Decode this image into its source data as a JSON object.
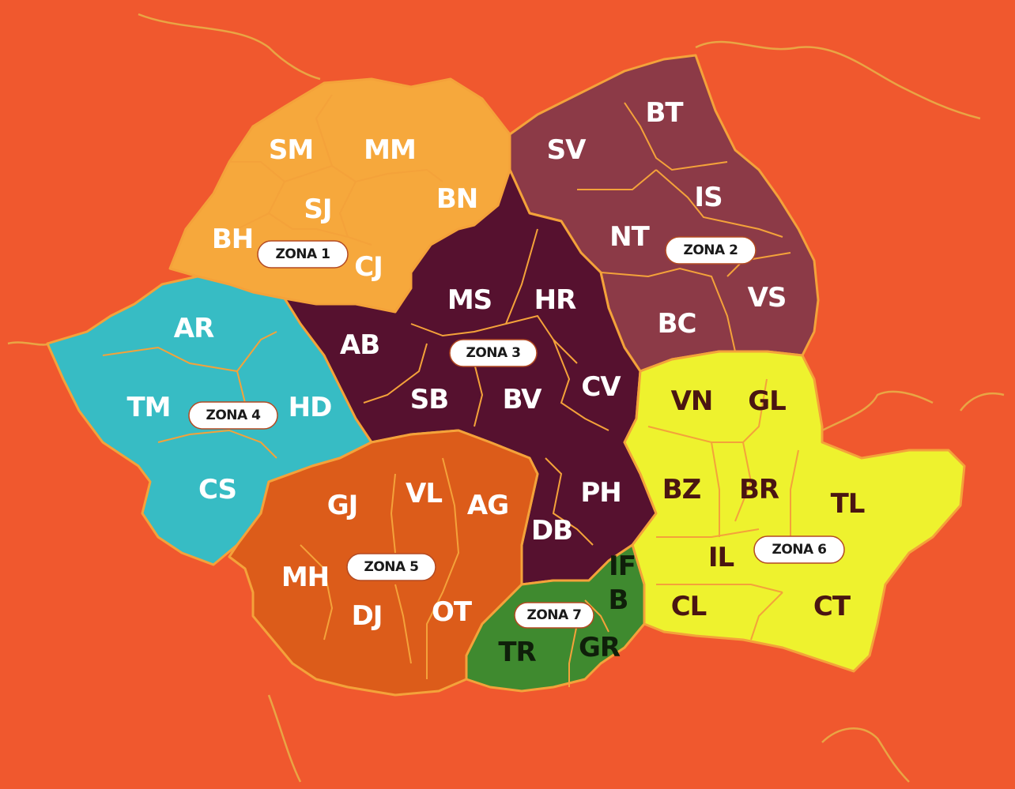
{
  "colors": {
    "background": "#f0582e",
    "zone1": "#f6a83c",
    "zone2": "#8c3a47",
    "zone3": "#56112f",
    "zone4": "#37bcc4",
    "zone5": "#dc5c1a",
    "zone6": "#eef22e",
    "zone7": "#3f8a2f"
  },
  "zones": [
    {
      "id": "z1",
      "label": "ZONA 1",
      "color_key": "zone1",
      "label_color": "#ffffff",
      "counties": [
        "SM",
        "MM",
        "SJ",
        "BN",
        "BH",
        "CJ"
      ]
    },
    {
      "id": "z2",
      "label": "ZONA 2",
      "color_key": "zone2",
      "label_color": "#ffffff",
      "counties": [
        "BT",
        "SV",
        "IS",
        "NT",
        "VS",
        "BC"
      ]
    },
    {
      "id": "z3",
      "label": "ZONA 3",
      "color_key": "zone3",
      "label_color": "#ffffff",
      "counties": [
        "MS",
        "HR",
        "AB",
        "SB",
        "BV",
        "CV",
        "PH",
        "DB"
      ]
    },
    {
      "id": "z4",
      "label": "ZONA 4",
      "color_key": "zone4",
      "label_color": "#ffffff",
      "counties": [
        "AR",
        "TM",
        "HD",
        "CS"
      ]
    },
    {
      "id": "z5",
      "label": "ZONA 5",
      "color_key": "zone5",
      "label_color": "#ffffff",
      "counties": [
        "GJ",
        "VL",
        "AG",
        "MH",
        "DJ",
        "OT"
      ]
    },
    {
      "id": "z6",
      "label": "ZONA 6",
      "color_key": "zone6",
      "label_color": "#4a1512",
      "counties": [
        "VN",
        "GL",
        "BZ",
        "BR",
        "TL",
        "IL",
        "CL",
        "CT"
      ]
    },
    {
      "id": "z7",
      "label": "ZONA 7",
      "color_key": "zone7",
      "label_color": "#0f1f0a",
      "counties": [
        "IF",
        "B",
        "TR",
        "GR"
      ]
    }
  ]
}
